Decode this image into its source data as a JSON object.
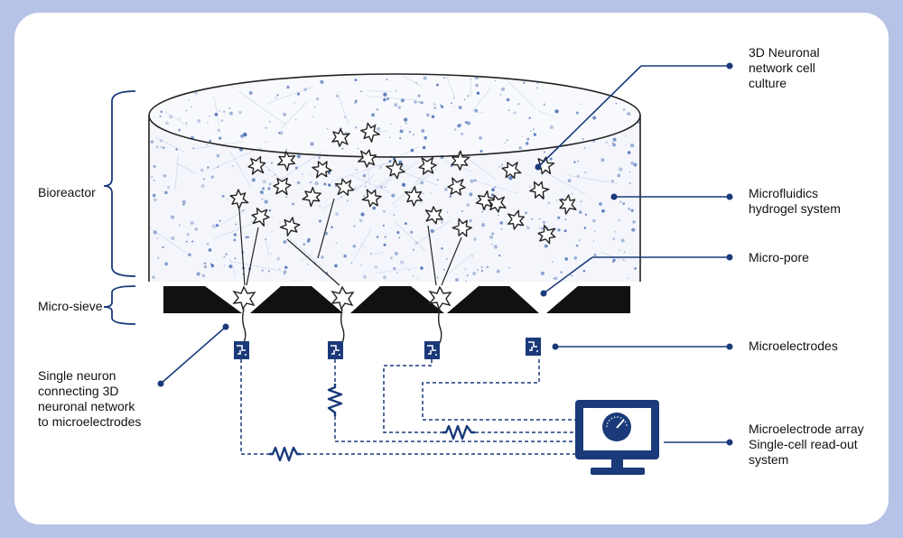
{
  "labels": {
    "culture": "3D Neuronal\nnetwork cell\nculture",
    "hydrogel": "Microfluidics\nhydrogel system",
    "micropore": "Micro-pore",
    "microelectrodes": "Microelectrodes",
    "readout": "Microelectrode array\nSingle-cell read-out\nsystem",
    "bioreactor": "Bioreactor",
    "microsieve": "Micro-sieve",
    "single_neuron": "Single neuron\nconnecting 3D\nneuronal network\nto microelectrodes"
  },
  "colors": {
    "navy": "#1a3a7a",
    "frame": "#b6c3e6",
    "sieve": "#111111",
    "hydrogel_dot": "#3b62b0"
  },
  "icons": {
    "neuron": "neuron-star-icon",
    "electrode": "microelectrode-chip-icon",
    "resistor": "resistor-icon",
    "monitor": "monitor-gauge-icon"
  }
}
